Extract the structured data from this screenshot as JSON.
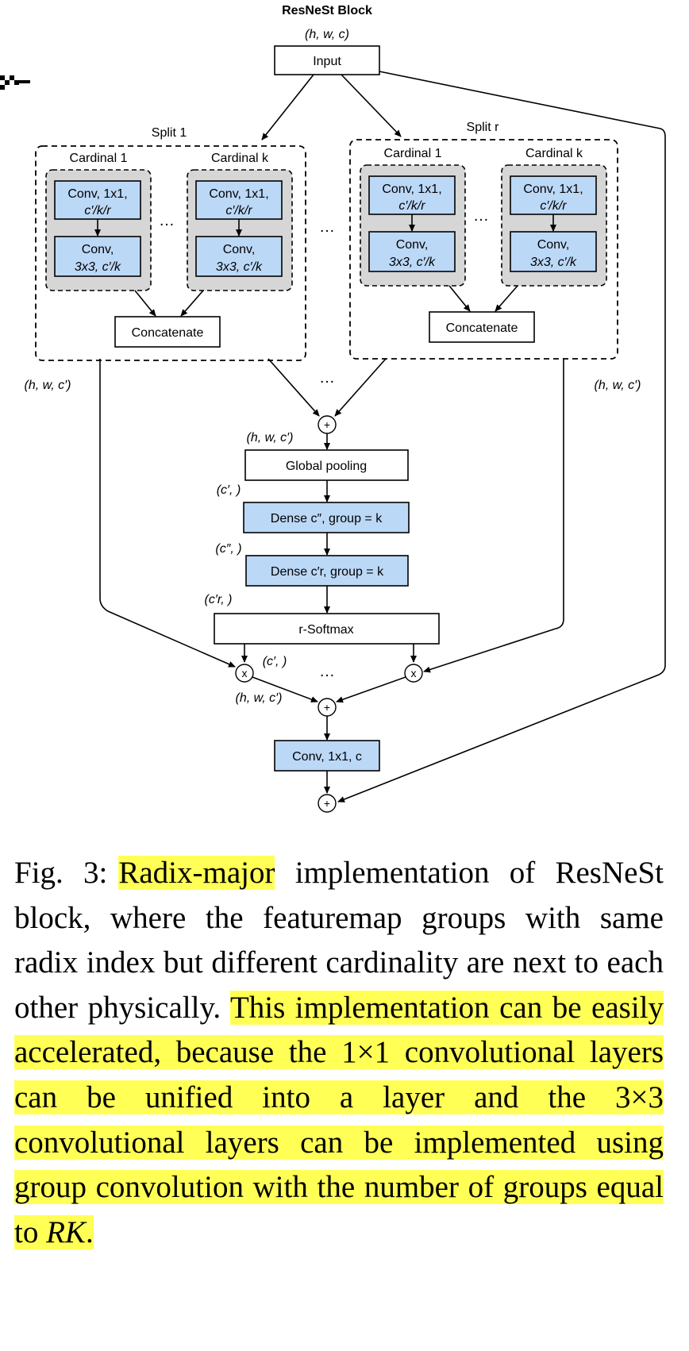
{
  "diagram": {
    "title": "ResNeSt Block",
    "input_dims": "(h, w, c)",
    "input": "Input",
    "split_left_label": "Split 1",
    "split_right_label": "Split r",
    "split_left": {
      "cardinal_left": "Cardinal 1",
      "cardinal_right": "Cardinal  k",
      "concat": "Concatenate"
    },
    "split_right": {
      "cardinal_left": "Cardinal 1",
      "cardinal_right": "Cardinal  k",
      "concat": "Concatenate"
    },
    "conv1_line1": "Conv, 1x1,",
    "conv1_line2": "c′/k/r",
    "conv3_line1": "Conv,",
    "conv3_line2": "3x3, c′/k",
    "ellipsis": "…",
    "dims_left": "(h, w, c′)",
    "dims_right": "(h, w, c′)",
    "dims_after_sum": "(h, w, c′)",
    "global_pooling": "Global pooling",
    "dims_after_pool": "(c′, )",
    "dense1": "Dense c″, group = k",
    "dims_after_dense1": "(c″, )",
    "dense2": "Dense c′r, group = k",
    "dims_after_dense2": "(c′r, )",
    "softmax": "r-Softmax",
    "dims_attention": "(c′, )",
    "dims_weighted": "(h, w, c′)",
    "conv_out": "Conv, 1x1, c",
    "multiply_symbol": "x",
    "plus_symbol": "+"
  },
  "caption": {
    "fig_label": "Fig. 3:",
    "highlight1": "Radix-major",
    "text1": " implementation of ResNeSt block, where the featuremap groups with same radix index but different cardinality are next to each other physically. ",
    "highlight2": "This implementation can be easily accelerated, because the 1×1 convolutional layers can be unified into a layer and the 3×3 convolutional layers can be implemented using group convolution with the number of groups equal to ",
    "highlight2_math": "RK",
    "highlight2_end": "."
  }
}
